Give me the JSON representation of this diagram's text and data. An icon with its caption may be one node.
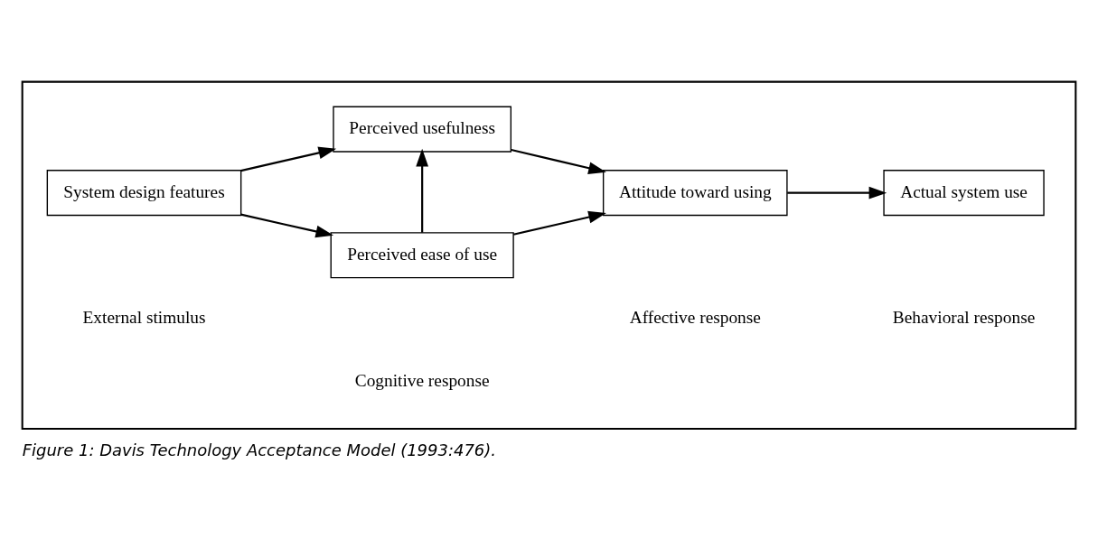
{
  "diagram": {
    "caption": "Figure 1: Davis Technology Acceptance Model (1993:476).",
    "nodes": [
      {
        "text": [],
        "shape": "box"
      },
      {
        "text": [
          "System design features"
        ],
        "in": 0
      },
      {
        "text": [
          "Perceived usefulness"
        ],
        "in": 0
      },
      {
        "text": [
          "Perceived ease of use"
        ],
        "in": 0
      },
      {
        "text": [
          "Attitude toward using"
        ],
        "in": 0
      },
      {
        "text": [
          "Actual system use"
        ],
        "in": 0
      }
    ],
    "edges": [
      {
        "from": 1,
        "to": 2,
        "arrow": "to"
      },
      {
        "from": 1,
        "to": 3,
        "arrow": "to"
      },
      {
        "from": 3,
        "to": 2,
        "arrow": "to"
      },
      {
        "from": 2,
        "to": 4,
        "arrow": "to"
      },
      {
        "from": 3,
        "to": 4,
        "arrow": "to"
      },
      {
        "from": 4,
        "to": 5,
        "arrow": "to"
      }
    ],
    "labels": [
      "External stimulus",
      "Cognitive response",
      "Affective response",
      "Behavioral response"
    ]
  }
}
